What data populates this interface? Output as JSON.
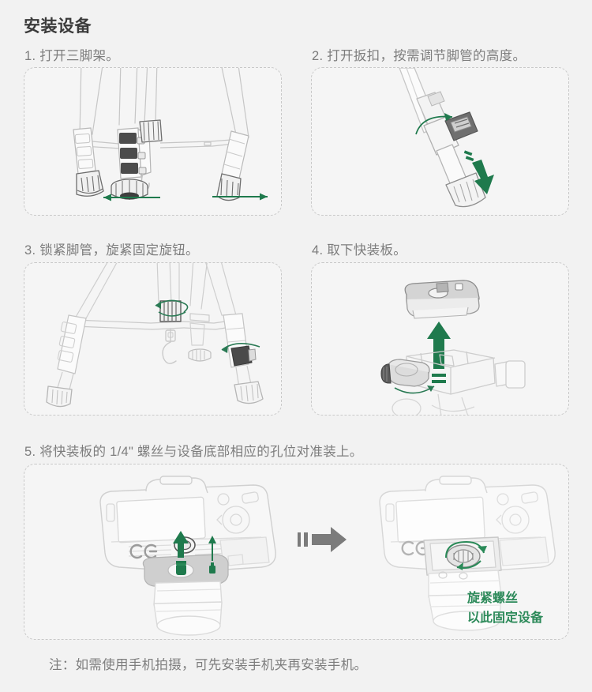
{
  "document": {
    "title": "安装设备",
    "note": "注：如需使用手机拍摄，可先安装手机夹再安装手机。"
  },
  "steps": [
    {
      "id": 1,
      "label": "1. 打开三脚架。",
      "illustration": "tripod-legs-spread-out"
    },
    {
      "id": 2,
      "label": "2. 打开扳扣，按需调节脚管的高度。",
      "illustration": "leg-flip-lock-extend-down"
    },
    {
      "id": 3,
      "label": "3. 锁紧脚管，旋紧固定旋钮。",
      "illustration": "tripod-tighten-knobs"
    },
    {
      "id": 4,
      "label": "4. 取下快装板。",
      "illustration": "quick-release-plate-removal"
    },
    {
      "id": 5,
      "label": "5. 将快装板的 1/4\" 螺丝与设备底部相应的孔位对准装上。",
      "illustration": "camera-mount-plate-alignment"
    }
  ],
  "annotations": {
    "green_callout_line1": "旋紧螺丝",
    "green_callout_line2": "以此固定设备"
  },
  "colors": {
    "page_background": "#f2f2f2",
    "panel_background": "#f5f5f5",
    "panel_border": "#c9c9c9",
    "title_text": "#3b3b3b",
    "body_text": "#7d7d7d",
    "accent_green": "#1f7a4d",
    "callout_green": "#2d8a5a",
    "line_art_light": "#d2d2d2",
    "line_art_dark": "#6a6a6a",
    "arrow_gray": "#7b7b7b"
  }
}
